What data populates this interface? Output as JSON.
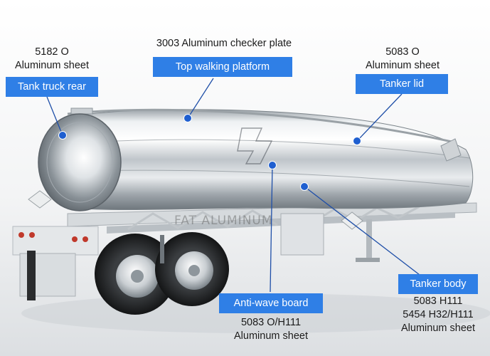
{
  "watermark": "FAT ALUMINUM",
  "callouts": [
    {
      "id": "rear",
      "tag": "Tank truck rear",
      "spec_lines": [
        "5182 O",
        "Aluminum sheet"
      ]
    },
    {
      "id": "platform",
      "tag": "Top walking platform",
      "spec_lines": [
        "3003 Aluminum checker plate"
      ]
    },
    {
      "id": "lid",
      "tag": "Tanker lid",
      "spec_lines": [
        "5083 O",
        "Aluminum sheet"
      ]
    },
    {
      "id": "antiwave",
      "tag": "Anti-wave board",
      "spec_lines": [
        "5083 O/H111",
        "Aluminum sheet"
      ]
    },
    {
      "id": "body",
      "tag": "Tanker body",
      "spec_lines": [
        "5083 H111",
        "5454 H32/H111",
        "Aluminum sheet"
      ]
    }
  ],
  "colors": {
    "tag_bg": "#2f7fe6",
    "tag_text": "#ffffff",
    "leader": "#1f4fa8",
    "dot": "#1f5fd0"
  }
}
